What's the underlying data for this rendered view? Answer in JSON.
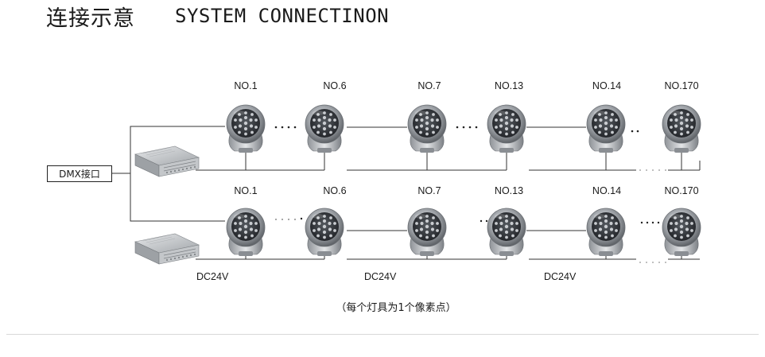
{
  "title": {
    "chinese": "连接示意",
    "english": "SYSTEM CONNECTINON"
  },
  "controller": {
    "label": "DMX接口"
  },
  "rows": [
    {
      "fixture_labels": [
        "NO.1",
        "NO.6",
        "NO.7",
        "NO.13",
        "NO.14",
        "NO.170"
      ]
    },
    {
      "fixture_labels": [
        "NO.1",
        "NO.6",
        "NO.7",
        "NO.13",
        "NO.14",
        "NO.170"
      ]
    }
  ],
  "power_labels": [
    "DC24V",
    "DC24V",
    "DC24V"
  ],
  "caption": "（每个灯具为1个像素点）",
  "colors": {
    "line": "#333333",
    "fixture_body": "#9a9ea4",
    "lens": "#3a3d42",
    "psu": "#b5b8bc"
  }
}
